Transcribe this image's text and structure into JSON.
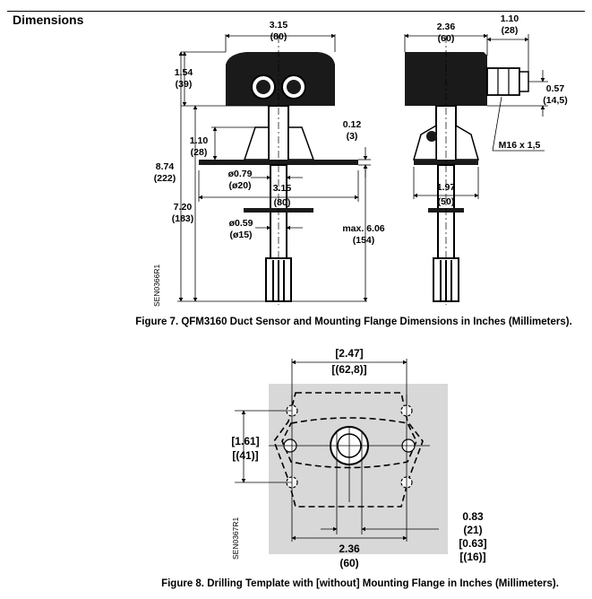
{
  "section": {
    "title": "Dimensions"
  },
  "figure7": {
    "caption": "Figure 7.  QFM3160 Duct Sensor and Mounting Flange Dimensions in Inches (Millimeters).",
    "code": "SEN0366R1",
    "dims": {
      "housing_width_in": "3.15",
      "housing_width_mm": "(80)",
      "side_width_in": "2.36",
      "side_width_mm": "(60)",
      "gland_in": "1.10",
      "gland_mm": "(28)",
      "housing_height_in": "1.54",
      "housing_height_mm": "(39)",
      "flange_top_in": "1.10",
      "flange_top_mm": "(28)",
      "flange_thick_in": "0.12",
      "flange_thick_mm": "(3)",
      "total_in": "8.74",
      "total_mm": "(222)",
      "stem_dia_in": "ø0.79",
      "stem_dia_mm": "(ø20)",
      "flange_width_in": "3.15",
      "flange_width_mm": "(80)",
      "below_housing_in": "7.20",
      "below_housing_mm": "(183)",
      "probe_dia_in": "ø0.59",
      "probe_dia_mm": "(ø15)",
      "max_in": "max. 6.06",
      "max_mm": "(154)",
      "side_flange_in": "1.97",
      "side_flange_mm": "(50)",
      "gland_offset_in": "0.57",
      "gland_offset_mm": "(14,5)",
      "thread": "M16 x 1,5"
    }
  },
  "figure8": {
    "caption": "Figure 8.  Drilling Template with [without] Mounting Flange in Inches (Millimeters).",
    "code": "SEN0367R1",
    "dims": {
      "top_in": "[2.47]",
      "top_mm": "[(62,8)]",
      "left_in": "[1.61]",
      "left_mm": "[(41)]",
      "bottom_in": "2.36",
      "bottom_mm": "(60)",
      "hole_in": "0.83",
      "hole_mm": "(21)",
      "hole_wo_in": "[0.63]",
      "hole_wo_mm": "[(16)]"
    }
  }
}
